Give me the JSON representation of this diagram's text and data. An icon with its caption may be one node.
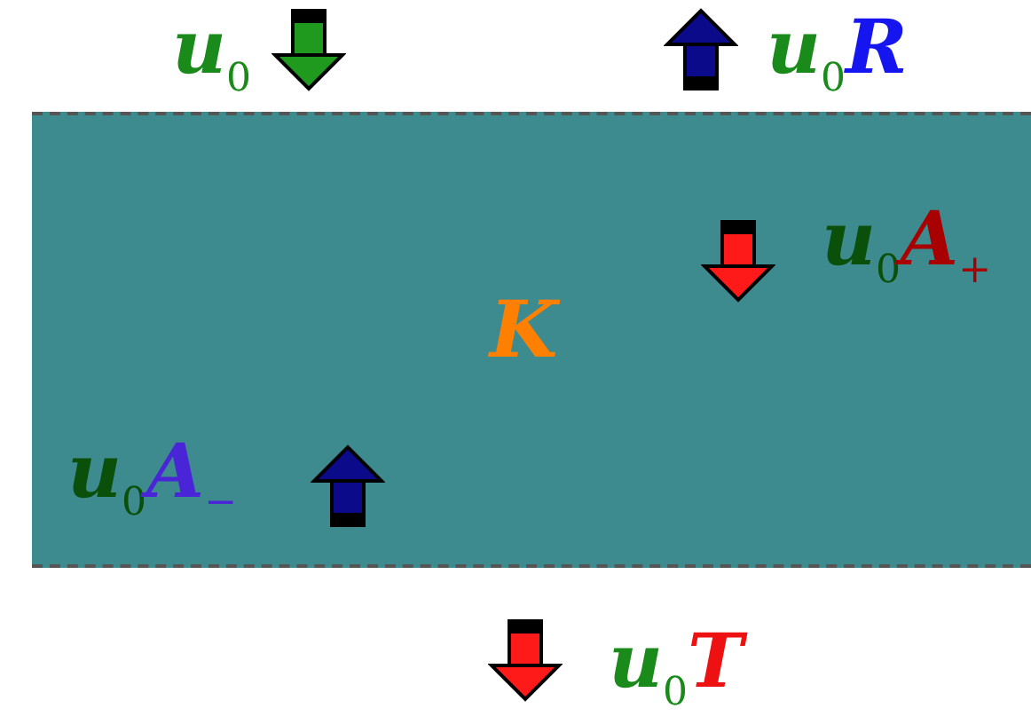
{
  "diagram": {
    "nodes": [
      {
        "text": [
          "K"
        ]
      }
    ],
    "edges": [],
    "labels": [
      "u$_{0}$",
      "u$_{0}$",
      "R",
      "u$_{0}$",
      "A$_{+}$",
      "u$_{0}$",
      "A$_{−}$",
      "u$_{0}$",
      "T"
    ]
  }
}
